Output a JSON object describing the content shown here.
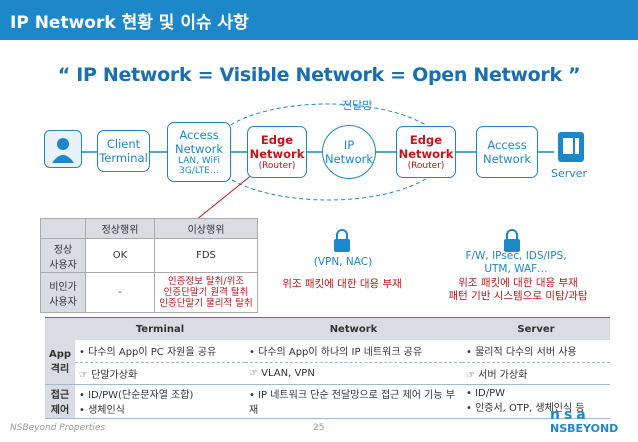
{
  "header": {
    "title": "IP Network 현황 및 이슈 사항"
  },
  "slogan": "“ IP Network =  Visible Network = Open Network ”",
  "diagram": {
    "backbone_label": "전달망",
    "client_terminal": "Client\nTerminal",
    "access_network_left": "Access\nNetwork",
    "access_left_sub": "LAN, WiFi\n3G/LTE…",
    "edge_left": "Edge\nNetwork",
    "edge_left_sub": "(Router)",
    "ip_network": "IP\nNetwork",
    "edge_right": "Edge\nNetwork",
    "edge_right_sub": "(Router)",
    "access_network_right": "Access\nNetwork",
    "server": "Server",
    "lock_middle_caption": "(VPN, NAC)",
    "lock_right_caption": "F/W, IPsec, IDS/IPS,\nUTM, WAF…",
    "middle_issue": "위조 패킷에 대한 대응 부재",
    "right_issue": "위조 패킷에 대한 대응 부재\n패턴 기반 시스템으로 미탐/과탐"
  },
  "behavior_table": {
    "headers": [
      "",
      "정상행위",
      "이상행위"
    ],
    "rows": [
      {
        "key": "정상\n사용자",
        "normal": "OK",
        "abnormal": "FDS"
      },
      {
        "key": "비인가\n사용자",
        "normal": "-",
        "abnormal": "인증정보 탈취/위조\n인증단말기 원격 탈취\n인증단말기 물리적 탈취"
      }
    ]
  },
  "issue_table": {
    "headers": [
      "",
      "Terminal",
      "Network",
      "Server"
    ],
    "rows": [
      {
        "key": "App\n격리",
        "cells": [
          [
            "• 다수의 App이 PC 자원을 공유",
            "☞  단말가상화"
          ],
          [
            "• 다수의 App이 하나의 IP 네트워크 공유",
            "☞  VLAN, VPN"
          ],
          [
            "• 물리적 다수의 서버 사용",
            "☞  서버 가상화"
          ]
        ]
      },
      {
        "key": "접근\n제어",
        "cells": [
          [
            "• ID/PW(단순문자열 조합)",
            "• 생체인식"
          ],
          [
            "• IP 네트워크 단순 전달망으로 접근 제어 기능 부재"
          ],
          [
            "• ID/PW",
            "• 인증서, OTP, 생체인식 등"
          ]
        ]
      }
    ]
  },
  "footer": {
    "left": "NSBeyond Properties",
    "page": "25"
  },
  "logo": {
    "top": "nsa",
    "bottom": "NSBEYOND"
  },
  "colors": {
    "accent": "#1d88c9",
    "alert": "#c4151b",
    "table_header": "#d9dde3"
  }
}
